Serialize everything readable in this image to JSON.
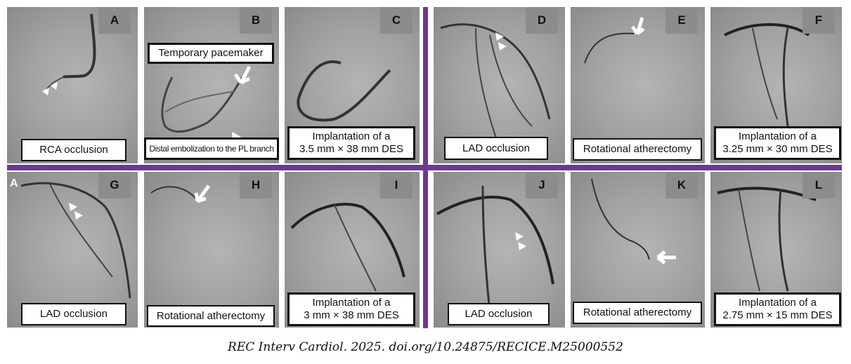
{
  "panels": [
    {
      "letter": "A",
      "labels": [
        "RCA occlusion"
      ]
    },
    {
      "letter": "B",
      "labels": [
        "Temporary pacemaker",
        "Distal embolization to the PL branch"
      ]
    },
    {
      "letter": "C",
      "labels": [
        "Implantation of a",
        "3.5 mm × 38 mm DES"
      ]
    },
    {
      "letter": "D",
      "labels": [
        "LAD occlusion"
      ]
    },
    {
      "letter": "E",
      "labels": [
        "Rotational atherectomy"
      ]
    },
    {
      "letter": "F",
      "labels": [
        "Implantation of a",
        "3.25 mm × 30 mm DES"
      ]
    },
    {
      "letter": "G",
      "inset": "A",
      "labels": [
        "LAD occlusion"
      ]
    },
    {
      "letter": "H",
      "labels": [
        "Rotational atherectomy"
      ]
    },
    {
      "letter": "I",
      "labels": [
        "Implantation of a",
        "3 mm × 38 mm DES"
      ]
    },
    {
      "letter": "J",
      "labels": [
        "LAD occlusion"
      ]
    },
    {
      "letter": "K",
      "labels": [
        "Rotational atherectomy"
      ]
    },
    {
      "letter": "L",
      "labels": [
        "Implantation of a",
        "2.75 mm × 15 mm DES"
      ]
    }
  ],
  "caption": "REC Interv Cardiol. 2025. doi.org/10.24875/RECICE.M25000552",
  "colors": {
    "divider": "#6b3a8e"
  }
}
